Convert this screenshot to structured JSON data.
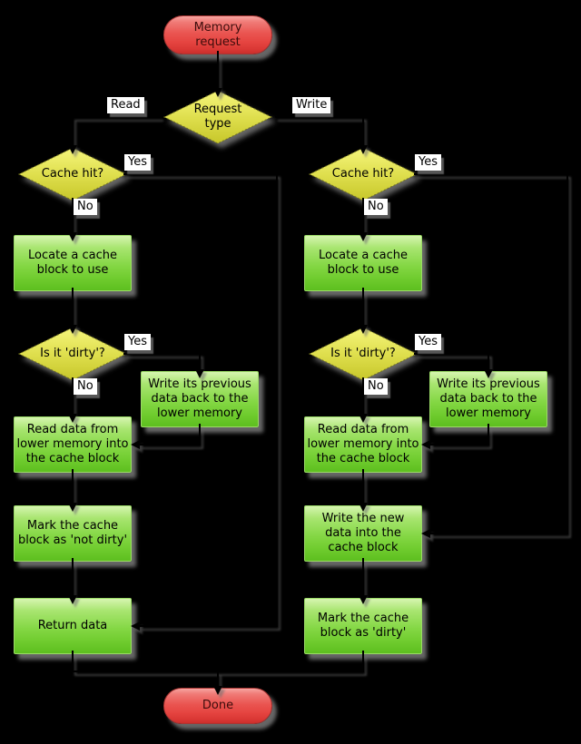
{
  "nodes": {
    "memory_request": "Memory\nrequest",
    "request_type": "Request\ntype",
    "cache_hit": "Cache hit?",
    "locate_block": "Locate a cache\nblock to use",
    "is_dirty": "Is it 'dirty'?",
    "write_back": "Write its previous\ndata back to the\nlower memory",
    "read_data": "Read data from\nlower memory into\nthe cache block",
    "mark_not_dirty": "Mark the cache\nblock as 'not dirty'",
    "return_data": "Return data",
    "write_new_data": "Write the new\ndata into the\ncache block",
    "mark_dirty": "Mark the cache\nblock as 'dirty'",
    "done": "Done"
  },
  "edge_labels": {
    "read": "Read",
    "write": "Write",
    "yes": "Yes",
    "no": "No"
  },
  "colors": {
    "background": "#000000",
    "terminator_red": "#ea5551",
    "process_green": "#84d744",
    "decision_yellow": "#dfdf4e",
    "label_background": "#ffffff",
    "connector": "#000000",
    "shadow_gray": "#787878"
  }
}
